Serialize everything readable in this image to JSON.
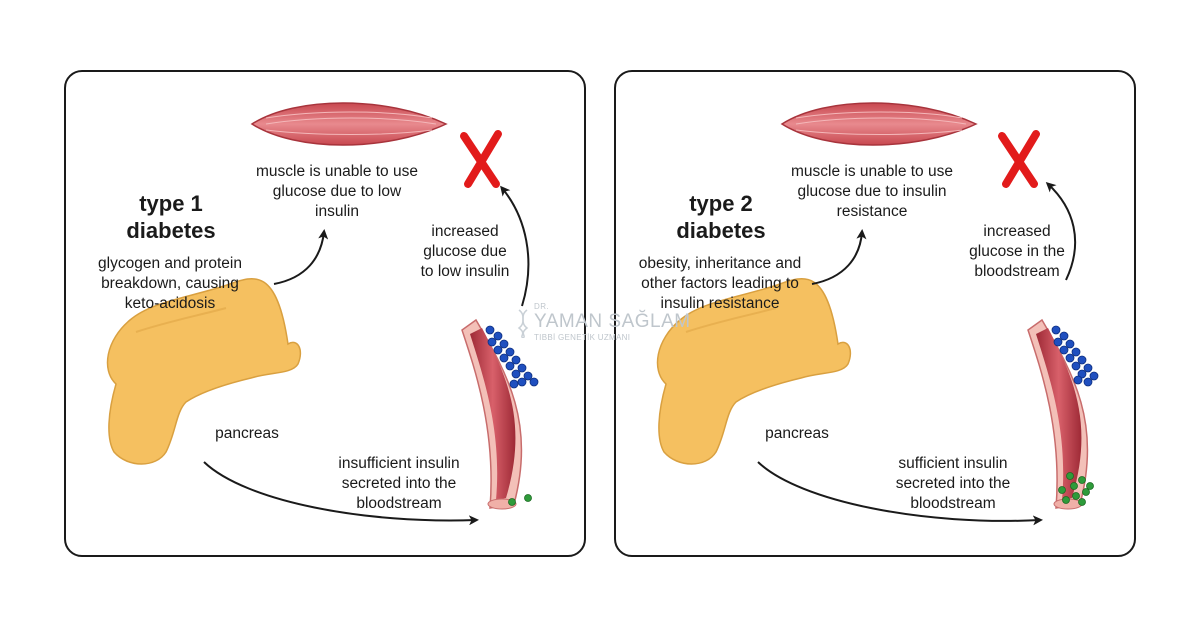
{
  "colors": {
    "muscle": "#d9636a",
    "pancreas": "#f5c060",
    "vessel_outer": "#f3c0b8",
    "vessel_inner": "#c5414d",
    "glucose": "#1f4fbf",
    "insulin": "#2e9b3a",
    "cross": "#e21b1b",
    "border": "#1a1a1a"
  },
  "panels": [
    {
      "title": "type 1\ndiabetes",
      "muscle_label": "muscle is unable to use\nglucose due to low\ninsulin",
      "cause_label": "glycogen and protein\nbreakdown, causing\nketo-acidosis",
      "vessel_label": "increased\nglucose due\nto low insulin",
      "pancreas_label": "pancreas",
      "insulin_label": "insufficient insulin\nsecreted into the\nbloodstream"
    },
    {
      "title": "type 2\ndiabetes",
      "muscle_label": "muscle is unable to use\nglucose due to insulin\nresistance",
      "cause_label": "obesity, inheritance and\nother factors leading to\ninsulin resistance",
      "vessel_label": "increased\nglucose in the\nbloodstream",
      "pancreas_label": "pancreas",
      "insulin_label": "sufficient insulin\nsecreted into the\nbloodstream"
    }
  ],
  "watermark": {
    "prefix": "DR.",
    "name": "YAMAN SAĞLAM",
    "subtitle": "TIBBİ GENETİK UZMANI"
  }
}
